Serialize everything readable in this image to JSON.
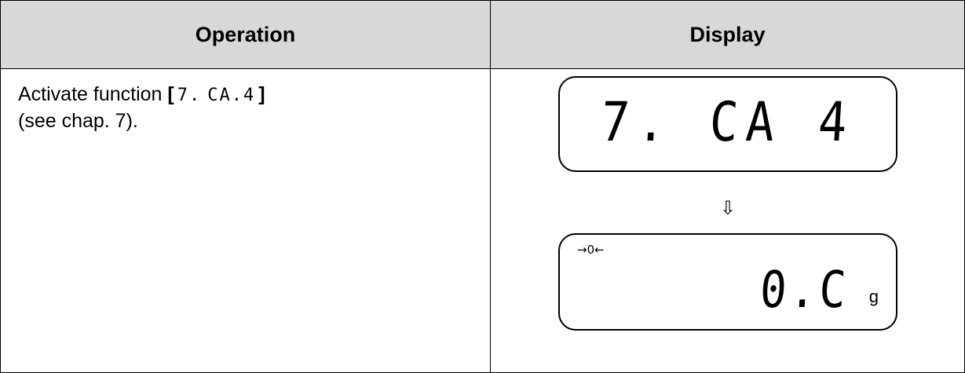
{
  "table": {
    "headers": {
      "operation": "Operation",
      "display": "Display"
    },
    "operation": {
      "prefix": "Activate function",
      "bracket_open": "[",
      "code_a": "7.",
      "code_b": "CA.4",
      "bracket_close": "]",
      "line2": "(see chap. 7)."
    },
    "display": {
      "screen1": {
        "text": "7. CA 4"
      },
      "arrow": "⇩",
      "screen2": {
        "indicator": "→0←",
        "value": "0.C",
        "unit": "g"
      }
    }
  }
}
